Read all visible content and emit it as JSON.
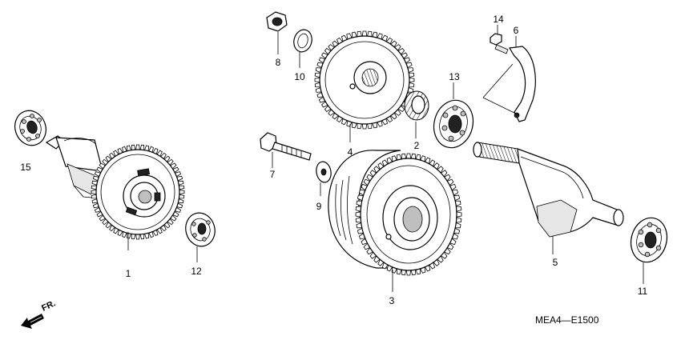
{
  "diagram": {
    "drawing_code": "MEA4—E1500",
    "direction_label": "FR.",
    "callouts": [
      {
        "id": "c1",
        "label": "1"
      },
      {
        "id": "c2",
        "label": "2"
      },
      {
        "id": "c3",
        "label": "3"
      },
      {
        "id": "c4",
        "label": "4"
      },
      {
        "id": "c5",
        "label": "5"
      },
      {
        "id": "c6",
        "label": "6"
      },
      {
        "id": "c7",
        "label": "7"
      },
      {
        "id": "c8",
        "label": "8"
      },
      {
        "id": "c9",
        "label": "9"
      },
      {
        "id": "c10",
        "label": "10"
      },
      {
        "id": "c11",
        "label": "11"
      },
      {
        "id": "c12",
        "label": "12"
      },
      {
        "id": "c13",
        "label": "13"
      },
      {
        "id": "c14",
        "label": "14"
      },
      {
        "id": "c15",
        "label": "15"
      }
    ]
  }
}
